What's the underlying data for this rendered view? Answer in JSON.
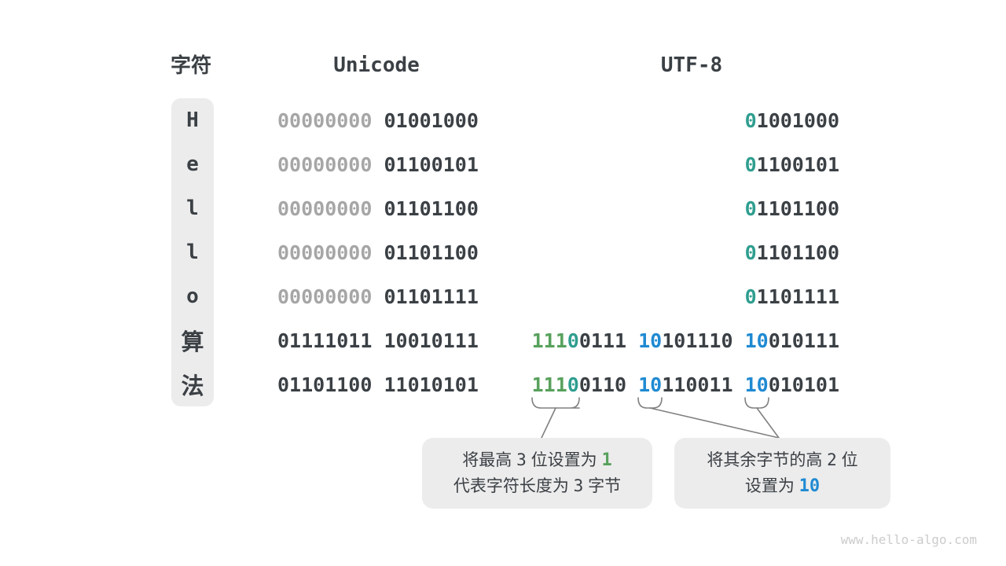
{
  "palette": {
    "dark": "#3b4045",
    "gray": "#a6a6a6",
    "green": "#57a15c",
    "teal": "#2f9e8f",
    "blue": "#1f8ad2"
  },
  "table": {
    "headers": {
      "char": "字符",
      "unicode": "Unicode",
      "utf8": "UTF-8"
    },
    "rows": [
      {
        "char": "H",
        "unicode": [
          [
            "gray",
            "00000000"
          ],
          [
            "dark",
            " 01001000"
          ]
        ],
        "utf8": [
          [
            "teal",
            "0"
          ],
          [
            "dark",
            "1001000"
          ]
        ]
      },
      {
        "char": "e",
        "unicode": [
          [
            "gray",
            "00000000"
          ],
          [
            "dark",
            " 01100101"
          ]
        ],
        "utf8": [
          [
            "teal",
            "0"
          ],
          [
            "dark",
            "1100101"
          ]
        ]
      },
      {
        "char": "l",
        "unicode": [
          [
            "gray",
            "00000000"
          ],
          [
            "dark",
            " 01101100"
          ]
        ],
        "utf8": [
          [
            "teal",
            "0"
          ],
          [
            "dark",
            "1101100"
          ]
        ]
      },
      {
        "char": "l",
        "unicode": [
          [
            "gray",
            "00000000"
          ],
          [
            "dark",
            " 01101100"
          ]
        ],
        "utf8": [
          [
            "teal",
            "0"
          ],
          [
            "dark",
            "1101100"
          ]
        ]
      },
      {
        "char": "o",
        "unicode": [
          [
            "gray",
            "00000000"
          ],
          [
            "dark",
            " 01101111"
          ]
        ],
        "utf8": [
          [
            "teal",
            "0"
          ],
          [
            "dark",
            "1101111"
          ]
        ]
      },
      {
        "char": "算",
        "unicode": [
          [
            "dark",
            "01111011 10010111"
          ]
        ],
        "utf8": [
          [
            "green",
            "111"
          ],
          [
            "teal",
            "0"
          ],
          [
            "dark",
            "0111 "
          ],
          [
            "blue",
            "10"
          ],
          [
            "dark",
            "101110 "
          ],
          [
            "blue",
            "10"
          ],
          [
            "dark",
            "010111"
          ]
        ]
      },
      {
        "char": "法",
        "unicode": [
          [
            "dark",
            "01101100 11010101"
          ]
        ],
        "utf8": [
          [
            "green",
            "111"
          ],
          [
            "teal",
            "0"
          ],
          [
            "dark",
            "0110 "
          ],
          [
            "blue",
            "10"
          ],
          [
            "dark",
            "110011 "
          ],
          [
            "blue",
            "10"
          ],
          [
            "dark",
            "010101"
          ]
        ]
      }
    ]
  },
  "callouts": [
    {
      "lines": [
        [
          [
            "dark",
            "将最高 "
          ],
          [
            "dark",
            "3",
            "m"
          ],
          [
            "dark",
            " 位设置为 "
          ],
          [
            "green",
            "1",
            "mb"
          ]
        ],
        [
          [
            "dark",
            "代表字符长度为 "
          ],
          [
            "dark",
            "3",
            "m"
          ],
          [
            "dark",
            " 字节"
          ]
        ]
      ]
    },
    {
      "lines": [
        [
          [
            "dark",
            "将其余字节的高 "
          ],
          [
            "dark",
            "2",
            "m"
          ],
          [
            "dark",
            " 位"
          ]
        ],
        [
          [
            "dark",
            "设置为 "
          ],
          [
            "blue",
            "10",
            "mb"
          ]
        ]
      ]
    }
  ],
  "watermark": "www.hello-algo.com"
}
